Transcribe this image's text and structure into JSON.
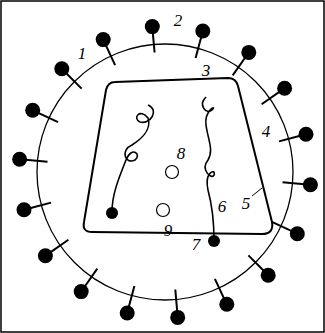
{
  "diagram": {
    "labels": [
      "1",
      "2",
      "3",
      "4",
      "5",
      "6",
      "7",
      "8",
      "9"
    ]
  }
}
